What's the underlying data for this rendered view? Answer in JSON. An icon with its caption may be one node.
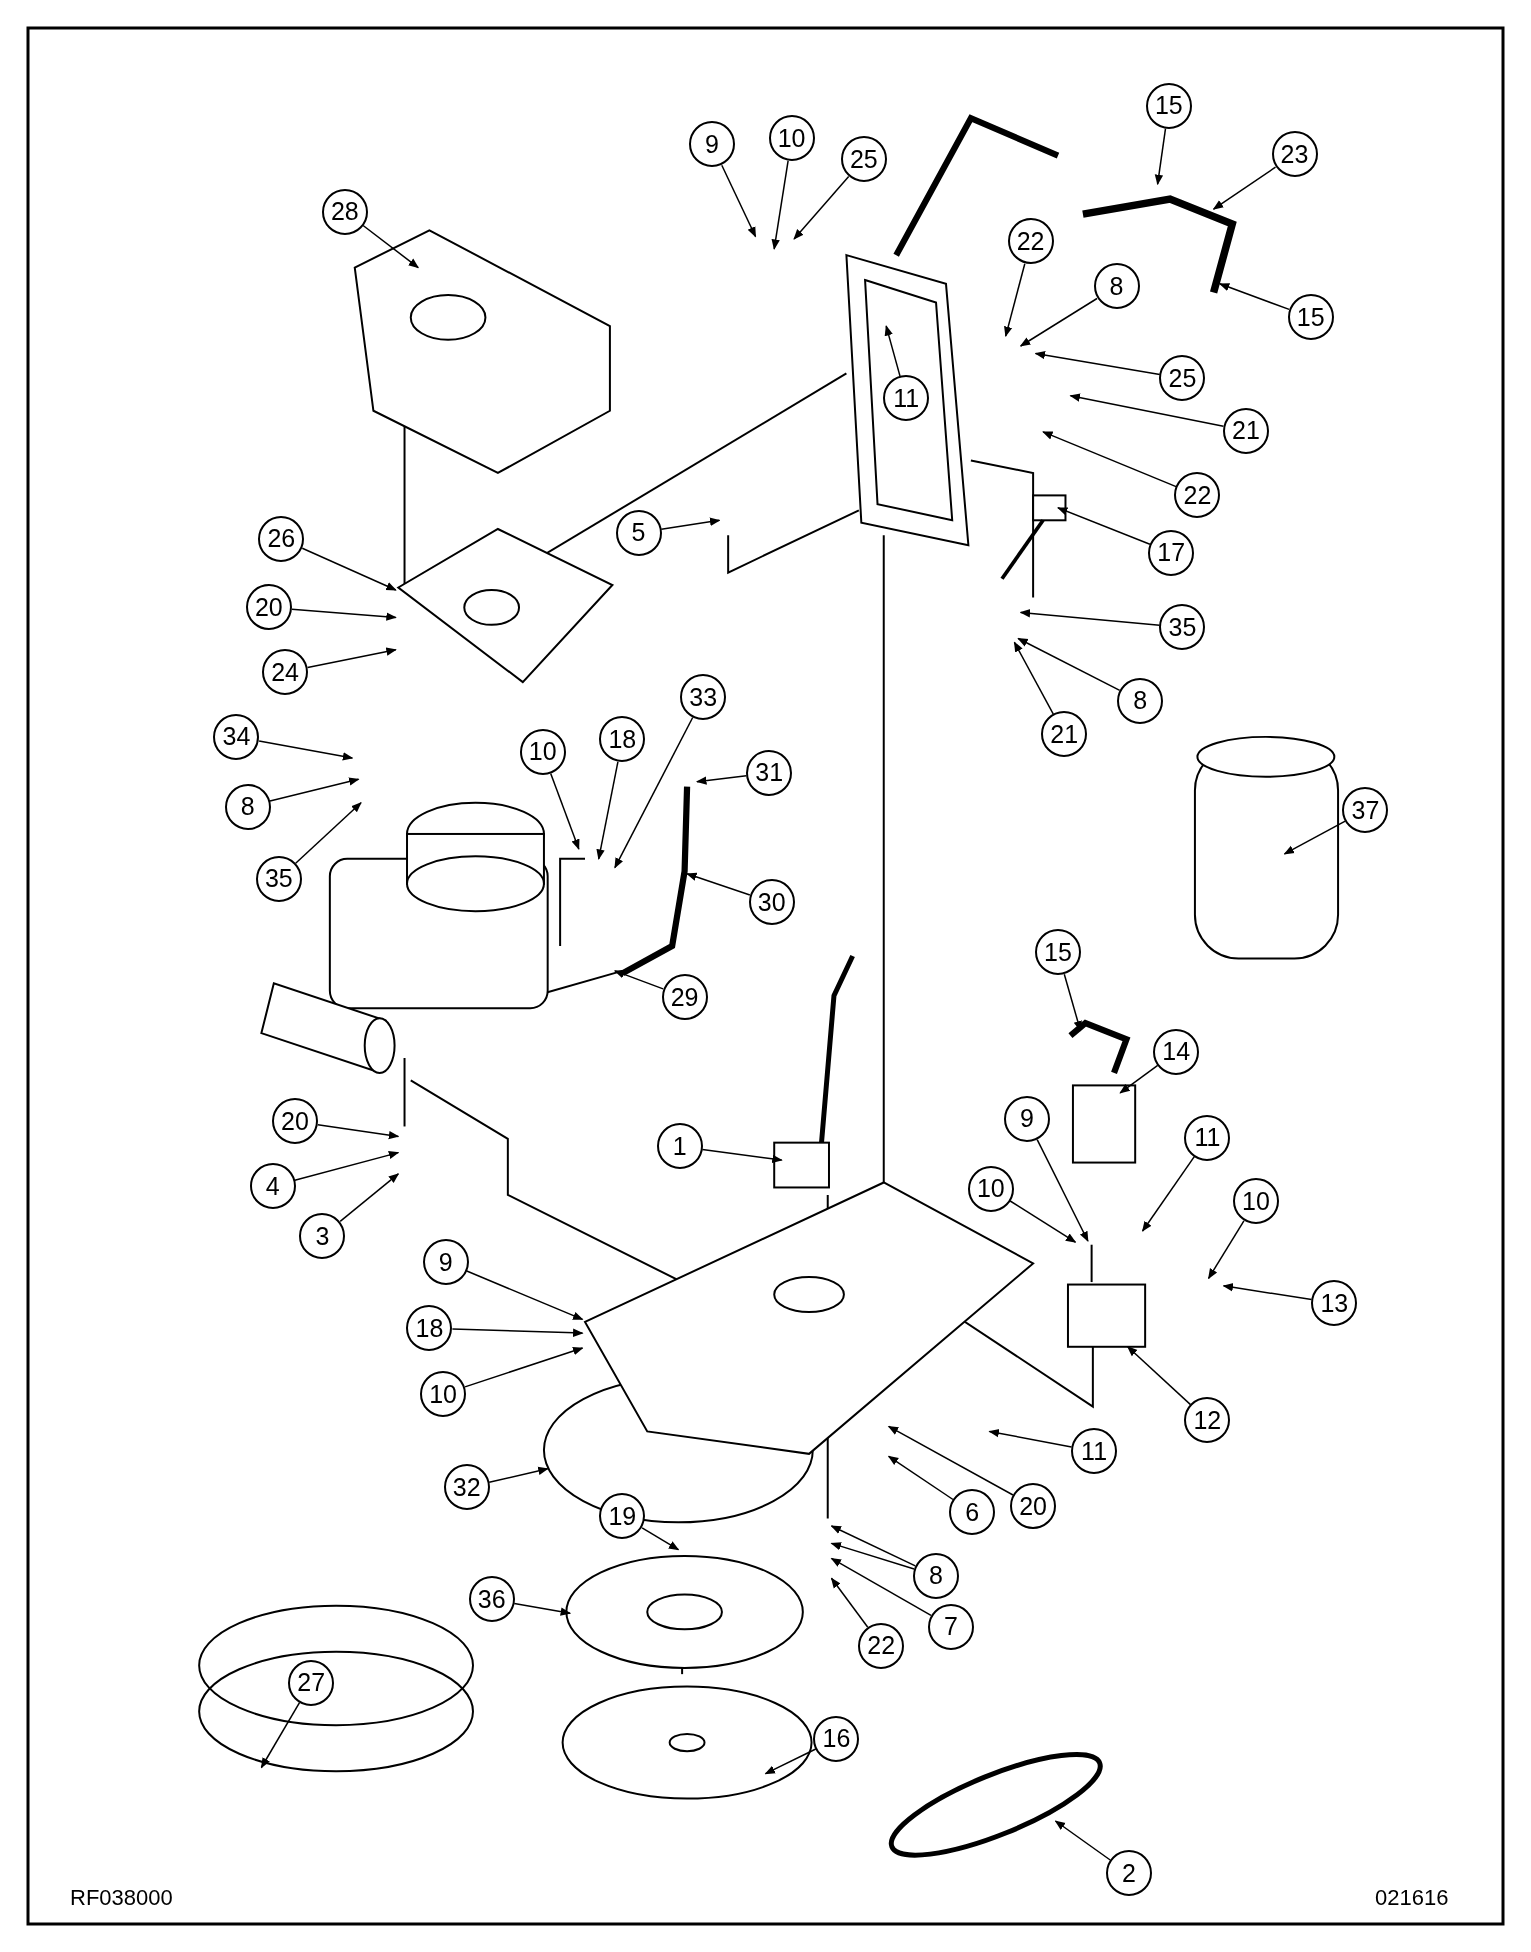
{
  "diagram": {
    "nodes": [
      {
        "text": [
          "9"
        ]
      },
      {
        "text": [
          "10"
        ]
      },
      {
        "text": [
          "25"
        ]
      },
      {
        "text": [
          "28"
        ]
      },
      {
        "text": [
          "22"
        ]
      },
      {
        "text": [
          "8"
        ]
      },
      {
        "text": [
          "25"
        ]
      },
      {
        "text": [
          "11"
        ]
      },
      {
        "text": [
          "21"
        ]
      },
      {
        "text": [
          "22"
        ]
      },
      {
        "text": [
          "15"
        ]
      },
      {
        "text": [
          "23"
        ]
      },
      {
        "text": [
          "15"
        ]
      },
      {
        "text": [
          "5"
        ]
      },
      {
        "text": [
          "17"
        ]
      },
      {
        "text": [
          "26"
        ]
      },
      {
        "text": [
          "20"
        ]
      },
      {
        "text": [
          "24"
        ]
      },
      {
        "text": [
          "35"
        ]
      },
      {
        "text": [
          "8"
        ]
      },
      {
        "text": [
          "21"
        ]
      },
      {
        "text": [
          "34"
        ]
      },
      {
        "text": [
          "8"
        ]
      },
      {
        "text": [
          "35"
        ]
      },
      {
        "text": [
          "10"
        ]
      },
      {
        "text": [
          "18"
        ]
      },
      {
        "text": [
          "33"
        ]
      },
      {
        "text": [
          "31"
        ]
      },
      {
        "text": [
          "30"
        ]
      },
      {
        "text": [
          "29"
        ]
      },
      {
        "text": [
          "37"
        ]
      },
      {
        "text": [
          "15"
        ]
      },
      {
        "text": [
          "14"
        ]
      },
      {
        "text": [
          "1"
        ]
      },
      {
        "text": [
          "20"
        ]
      },
      {
        "text": [
          "4"
        ]
      },
      {
        "text": [
          "3"
        ]
      },
      {
        "text": [
          "9"
        ]
      },
      {
        "text": [
          "10"
        ]
      },
      {
        "text": [
          "11"
        ]
      },
      {
        "text": [
          "10"
        ]
      },
      {
        "text": [
          "13"
        ]
      },
      {
        "text": [
          "12"
        ]
      },
      {
        "text": [
          "9"
        ]
      },
      {
        "text": [
          "18"
        ]
      },
      {
        "text": [
          "10"
        ]
      },
      {
        "text": [
          "11"
        ]
      },
      {
        "text": [
          "20"
        ]
      },
      {
        "text": [
          "6"
        ]
      },
      {
        "text": [
          "32"
        ]
      },
      {
        "text": [
          "19"
        ]
      },
      {
        "text": [
          "8"
        ]
      },
      {
        "text": [
          "36"
        ]
      },
      {
        "text": [
          "7"
        ]
      },
      {
        "text": [
          "22"
        ]
      },
      {
        "text": [
          "27"
        ]
      },
      {
        "text": [
          "16"
        ]
      },
      {
        "text": [
          "2"
        ]
      }
    ],
    "edges": [
      {
        "from": 0,
        "to": null,
        "arrow": "to"
      },
      {
        "from": 1,
        "to": null,
        "arrow": "to"
      },
      {
        "from": 2,
        "to": null,
        "arrow": "to"
      },
      {
        "from": 3,
        "to": null,
        "arrow": "to"
      },
      {
        "from": 4,
        "to": null,
        "arrow": "to"
      },
      {
        "from": 5,
        "to": null,
        "arrow": "to"
      },
      {
        "from": 6,
        "to": null,
        "arrow": "to"
      },
      {
        "from": 7,
        "to": null,
        "arrow": "to"
      },
      {
        "from": 8,
        "to": null,
        "arrow": "to"
      },
      {
        "from": 9,
        "to": null,
        "arrow": "to"
      },
      {
        "from": 10,
        "to": null,
        "arrow": "to"
      },
      {
        "from": 11,
        "to": null,
        "arrow": "to"
      },
      {
        "from": 12,
        "to": null,
        "arrow": "to"
      },
      {
        "from": 13,
        "to": null,
        "arrow": "to"
      },
      {
        "from": 14,
        "to": null,
        "arrow": "to"
      },
      {
        "from": 15,
        "to": null,
        "arrow": "to"
      },
      {
        "from": 16,
        "to": null,
        "arrow": "to"
      },
      {
        "from": 17,
        "to": null,
        "arrow": "to"
      },
      {
        "from": 18,
        "to": null,
        "arrow": "to"
      },
      {
        "from": 19,
        "to": null,
        "arrow": "to"
      },
      {
        "from": 20,
        "to": null,
        "arrow": "to"
      },
      {
        "from": 21,
        "to": null,
        "arrow": "to"
      },
      {
        "from": 22,
        "to": null,
        "arrow": "to"
      },
      {
        "from": 23,
        "to": null,
        "arrow": "to"
      },
      {
        "from": 24,
        "to": null,
        "arrow": "to"
      },
      {
        "from": 25,
        "to": null,
        "arrow": "to"
      },
      {
        "from": 26,
        "to": null,
        "arrow": "to"
      },
      {
        "from": 27,
        "to": null,
        "arrow": "to"
      },
      {
        "from": 28,
        "to": null,
        "arrow": "to"
      },
      {
        "from": 29,
        "to": null,
        "arrow": "to"
      },
      {
        "from": 30,
        "to": null,
        "arrow": "to"
      },
      {
        "from": 31,
        "to": null,
        "arrow": "to"
      },
      {
        "from": 32,
        "to": null,
        "arrow": "to"
      },
      {
        "from": 33,
        "to": null,
        "arrow": "to"
      },
      {
        "from": 34,
        "to": null,
        "arrow": "to"
      },
      {
        "from": 35,
        "to": null,
        "arrow": "to"
      },
      {
        "from": 36,
        "to": null,
        "arrow": "to"
      },
      {
        "from": 37,
        "to": null,
        "arrow": "to"
      },
      {
        "from": 38,
        "to": null,
        "arrow": "to"
      },
      {
        "from": 39,
        "to": null,
        "arrow": "to"
      },
      {
        "from": 40,
        "to": null,
        "arrow": "to"
      },
      {
        "from": 41,
        "to": null,
        "arrow": "to"
      },
      {
        "from": 42,
        "to": null,
        "arrow": "to"
      },
      {
        "from": 43,
        "to": null,
        "arrow": "to"
      },
      {
        "from": 44,
        "to": null,
        "arrow": "to"
      },
      {
        "from": 45,
        "to": null,
        "arrow": "to"
      },
      {
        "from": 46,
        "to": null,
        "arrow": "to"
      },
      {
        "from": 47,
        "to": null,
        "arrow": "to"
      },
      {
        "from": 48,
        "to": null,
        "arrow": "to"
      },
      {
        "from": 49,
        "to": null,
        "arrow": "to"
      },
      {
        "from": 50,
        "to": null,
        "arrow": "to"
      },
      {
        "from": 51,
        "to": null,
        "arrow": "to"
      },
      {
        "from": 51,
        "to": null,
        "arrow": "to"
      },
      {
        "from": 52,
        "to": null,
        "arrow": "to"
      },
      {
        "from": 53,
        "to": null,
        "arrow": "to"
      },
      {
        "from": 54,
        "to": null,
        "arrow": "to"
      },
      {
        "from": 55,
        "to": null,
        "arrow": "to"
      },
      {
        "from": 56,
        "to": null,
        "arrow": "to"
      },
      {
        "from": 57,
        "to": null,
        "arrow": "to"
      }
    ],
    "labels": [
      "RF038000",
      "021616"
    ]
  }
}
